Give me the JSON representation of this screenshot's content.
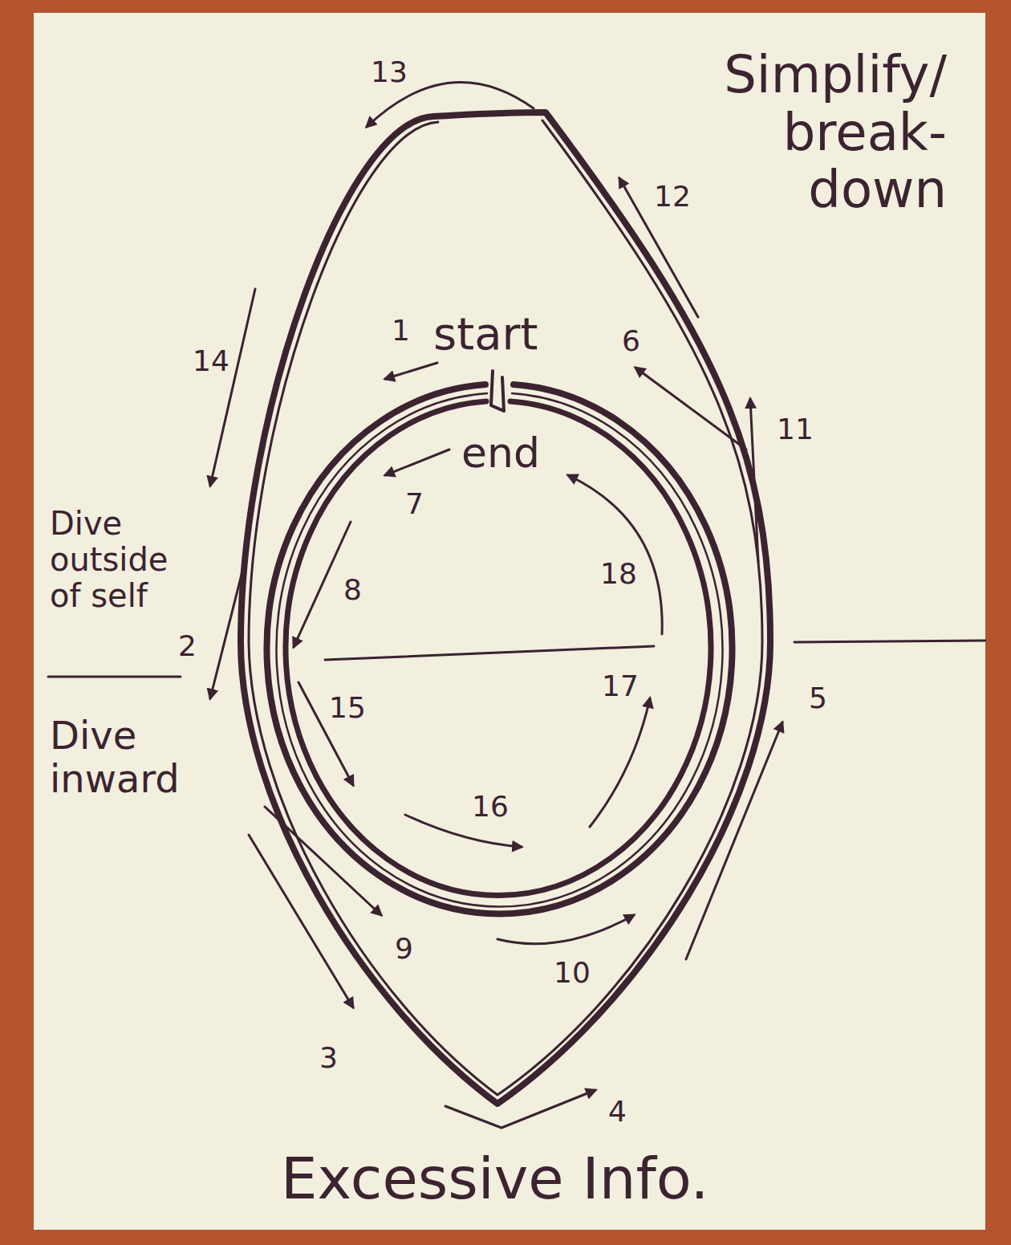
{
  "diagram": {
    "labels": [
      "Simplify/ break- down",
      "Dive outside of self",
      "Dive inward",
      "Excessive Info.",
      "start",
      "end",
      "1",
      "2",
      "3",
      "4",
      "5",
      "6",
      "7",
      "8",
      "9",
      "10",
      "11",
      "12",
      "13",
      "14",
      "15",
      "16",
      "17",
      "18"
    ]
  }
}
